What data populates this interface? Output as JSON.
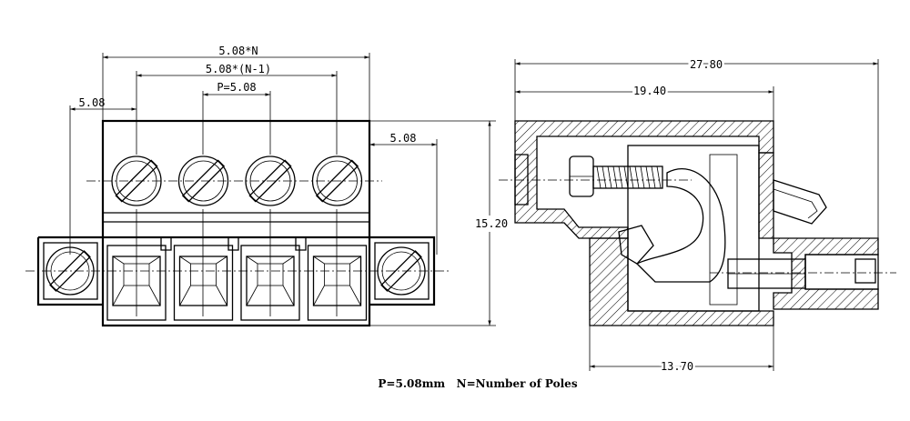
{
  "front_view": {
    "dimensions": {
      "overall_width": "5.08*N",
      "pole_span": "5.08*(N-1)",
      "pitch": "P=5.08",
      "left_offset": "5.08",
      "right_offset": "5.08",
      "height": "15.20"
    },
    "screw_count": 4,
    "socket_count": 4
  },
  "side_view": {
    "dimensions": {
      "overall_length": "27.80",
      "body_length": "19.40",
      "base_length": "13.70"
    }
  },
  "legend": {
    "text": "P=5.08mm   N=Number of Poles"
  }
}
